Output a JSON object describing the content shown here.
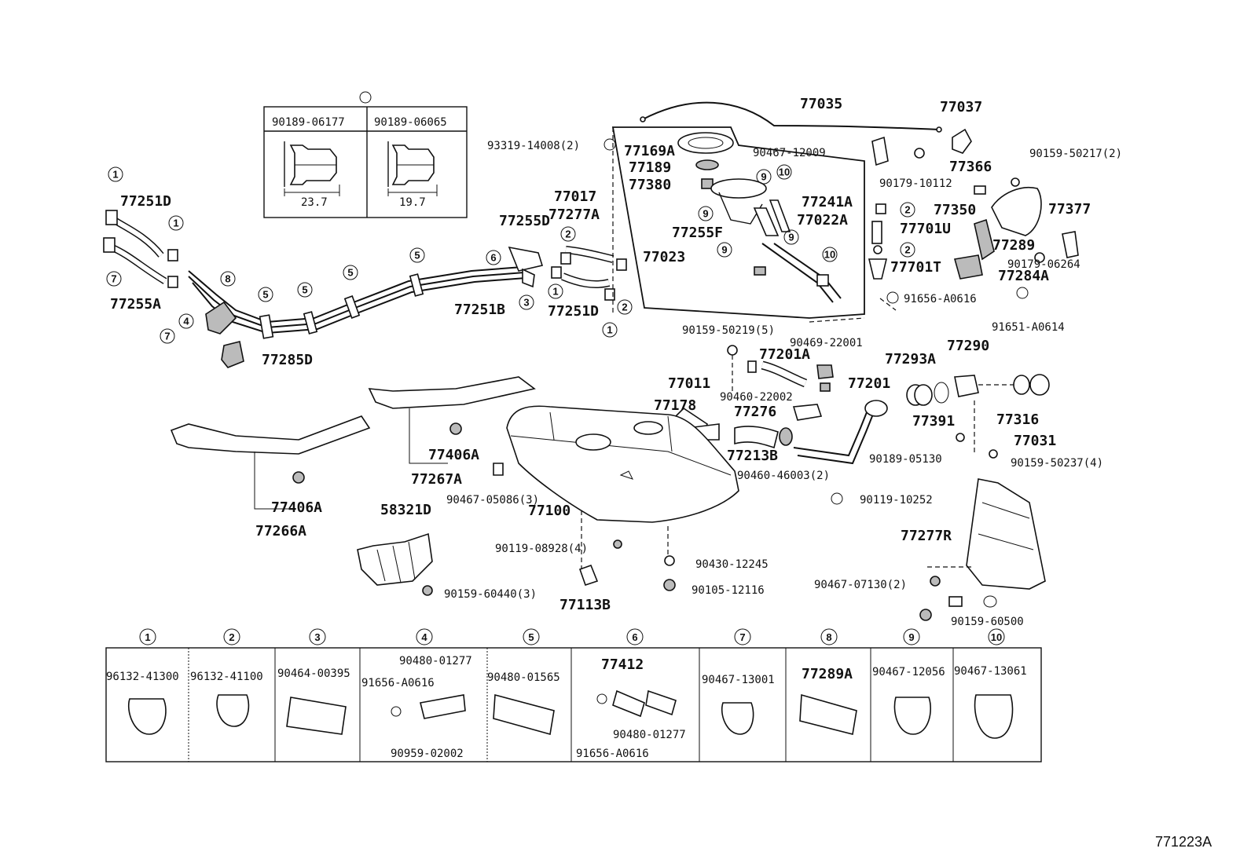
{
  "labels": {
    "p77035": "77035",
    "p77037": "77037",
    "p90467_12009": "90467-12009",
    "p90159_50217": "90159-50217(2)",
    "p77366": "77366",
    "p90179_10112": "90179-10112",
    "p93319_14008": "93319-14008(2)",
    "p77169A": "77169A",
    "p77189": "77189",
    "p77380": "77380",
    "p77017": "77017",
    "p77241A": "77241A",
    "p77022A": "77022A",
    "p77350": "77350",
    "p77377": "77377",
    "p77701U": "77701U",
    "p77289": "77289",
    "p90179_06264": "90179-06264",
    "p77701T": "77701T",
    "p77284A": "77284A",
    "p77255F": "77255F",
    "p77023": "77023",
    "p91656_A0616a": "91656-A0616",
    "p91651_A0614": "91651-A0614",
    "p77251D_a": "77251D",
    "p77255D": "77255D",
    "p77277A": "77277A",
    "p77255A": "77255A",
    "p77251B": "77251B",
    "p77251D_b": "77251D",
    "p77285D": "77285D",
    "p90159_50219": "90159-50219(5)",
    "p90469_22001": "90469-22001",
    "p77201A": "77201A",
    "p77293A": "77293A",
    "p77290": "77290",
    "p77011": "77011",
    "p90460_22002": "90460-22002",
    "p77201": "77201",
    "p77178": "77178",
    "p77276": "77276",
    "p77391": "77391",
    "p77316": "77316",
    "p77031": "77031",
    "p77213B": "77213B",
    "p90189_05130": "90189-05130",
    "p90159_50237": "90159-50237(4)",
    "p90460_46003": "90460-46003(2)",
    "p90119_10252": "90119-10252",
    "p77406A_a": "77406A",
    "p77267A": "77267A",
    "p90467_05086": "90467-05086(3)",
    "p77100": "77100",
    "p77406A_b": "77406A",
    "p77266A": "77266A",
    "p58321D": "58321D",
    "p90119_08928": "90119-08928(4)",
    "p90430_12245": "90430-12245",
    "p90105_12116": "90105-12116",
    "p90159_60440": "90159-60440(3)",
    "p77113B": "77113B",
    "p77277R": "77277R",
    "p90467_07130": "90467-07130(2)",
    "p90159_60500": "90159-60500",
    "ref": "771223A"
  },
  "inset": {
    "left_part": "90189-06177",
    "right_part": "90189-06065",
    "left_dim": "23.7",
    "right_dim": "19.7"
  },
  "legend": {
    "numbers": [
      "1",
      "2",
      "3",
      "4",
      "5",
      "6",
      "7",
      "8",
      "9",
      "10"
    ],
    "cells": [
      [
        "96132-41300"
      ],
      [
        "96132-41100"
      ],
      [
        "90464-00395"
      ],
      [
        "90480-01277",
        "91656-A0616",
        "90959-02002"
      ],
      [
        "90480-01565"
      ],
      [
        "77412",
        "90480-01277",
        "91656-A0616"
      ],
      [
        "90467-13001"
      ],
      [
        "77289A"
      ],
      [
        "90467-12056"
      ],
      [
        "90467-13061"
      ]
    ]
  }
}
